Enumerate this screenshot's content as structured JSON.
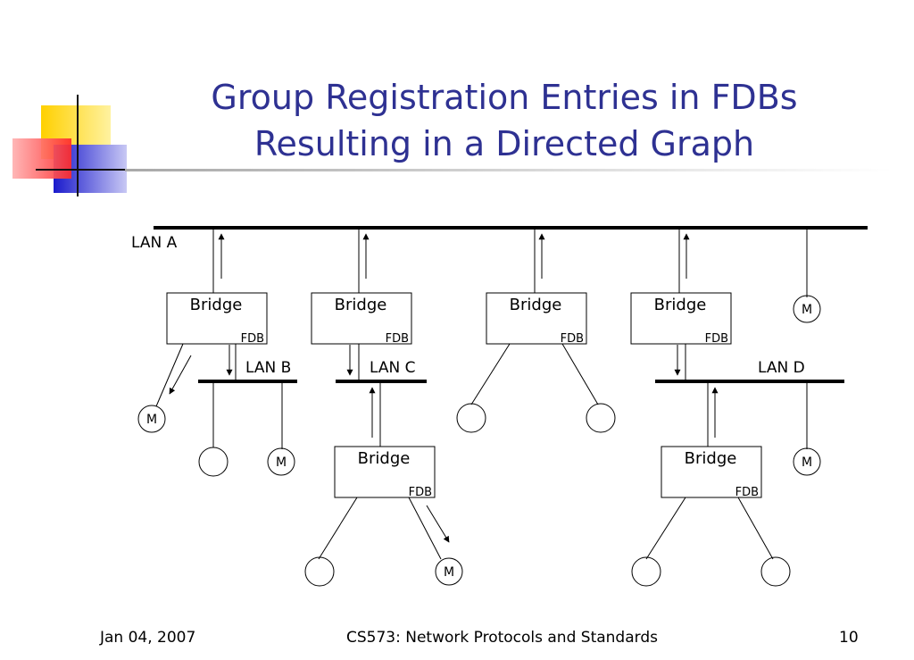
{
  "title": {
    "line1": "Group Registration Entries in FDBs",
    "line2": "Resulting in a Directed Graph"
  },
  "diagram": {
    "lans": {
      "a": "LAN A",
      "b": "LAN B",
      "c": "LAN C",
      "d": "LAN D"
    },
    "bridge_label": "Bridge",
    "fdb_label": "FDB",
    "member_label": "M"
  },
  "footer": {
    "date": "Jan 04, 2007",
    "course": "CS573: Network Protocols and Standards",
    "page": "10"
  },
  "colors": {
    "title": "#2e3192",
    "logo_yellow": "#ffd700",
    "logo_red": "#ff3b3b",
    "logo_blue": "#2222cc"
  }
}
